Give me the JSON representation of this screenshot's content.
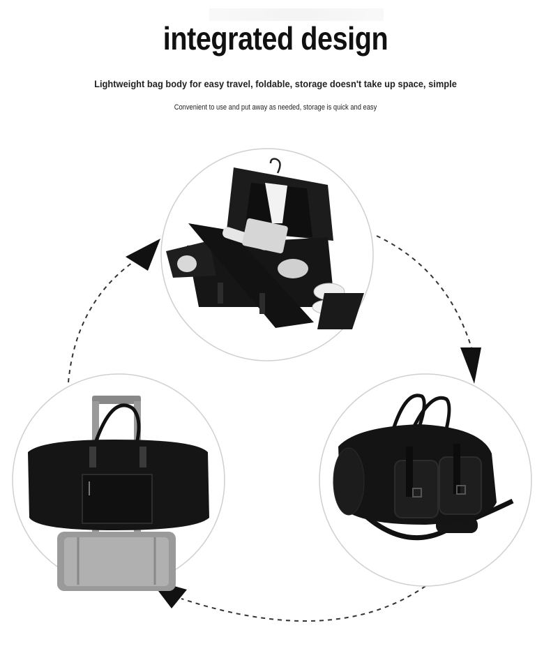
{
  "heading": {
    "title": "integrated design",
    "subtitle": "Lightweight bag body for easy travel, foldable, storage doesn't take up space, simple",
    "caption": "Convenient to use and put away as needed, storage is quick and easy"
  },
  "illustrations": [
    {
      "name": "bag-open-with-suit-and-shoes"
    },
    {
      "name": "bag-closed-with-shoulder-strap"
    },
    {
      "name": "bag-mounted-on-suitcase"
    }
  ],
  "colors": {
    "bag": "#151515",
    "accent": "#2a2a2a",
    "circle": "#cfcfcf",
    "arrow": "#111111"
  }
}
